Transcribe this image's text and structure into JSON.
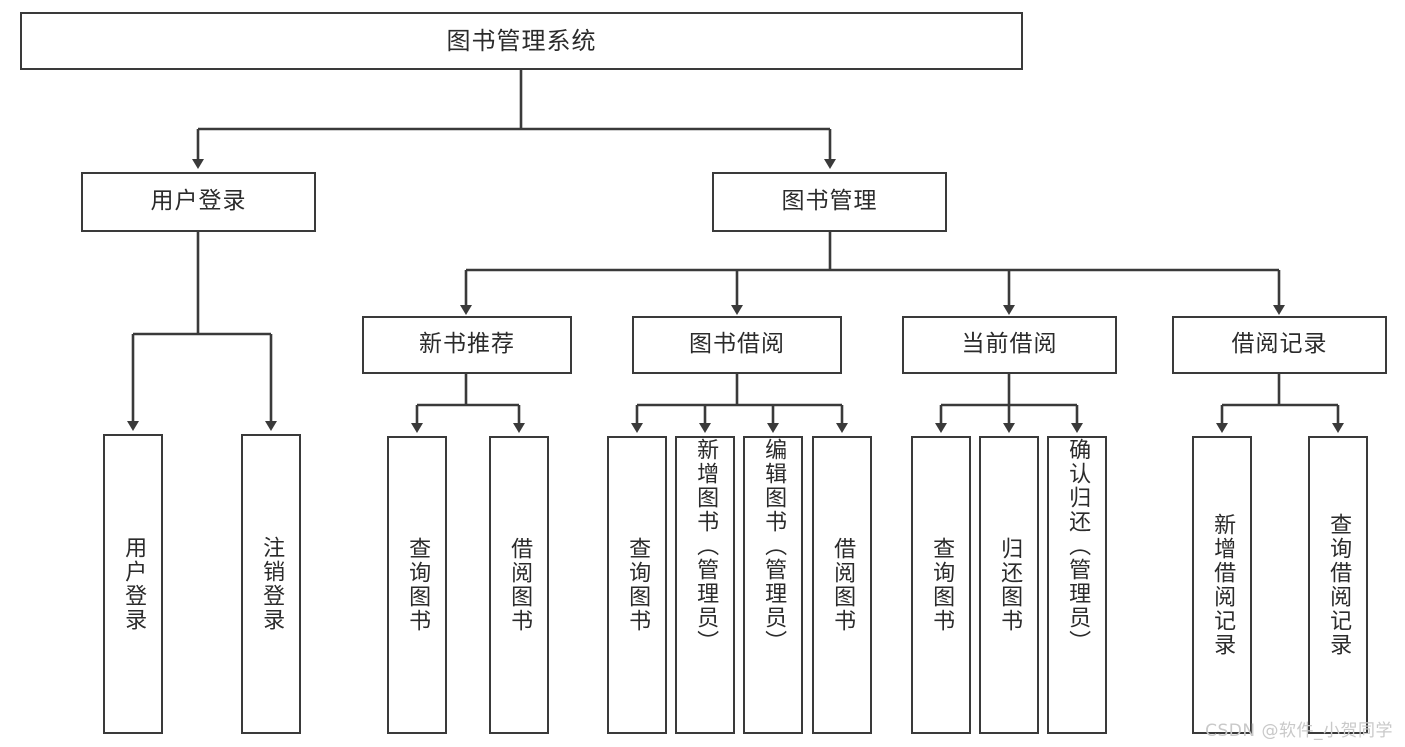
{
  "diagram": {
    "title": "图书管理系统",
    "type": "tree-hierarchy-flowchart",
    "root": {
      "label": "图书管理系统"
    },
    "level2": [
      {
        "label": "用户登录"
      },
      {
        "label": "图书管理"
      }
    ],
    "level3": [
      {
        "label": "新书推荐"
      },
      {
        "label": "图书借阅"
      },
      {
        "label": "当前借阅"
      },
      {
        "label": "借阅记录"
      }
    ],
    "leaves": {
      "user_login": [
        {
          "label": "用户登录"
        },
        {
          "label": "注销登录"
        }
      ],
      "new_book_recommend": [
        {
          "label": "查询图书"
        },
        {
          "label": "借阅图书"
        }
      ],
      "book_borrow": [
        {
          "label": "查询图书"
        },
        {
          "label": "新增图书（管理员）"
        },
        {
          "label": "编辑图书（管理员）"
        },
        {
          "label": "借阅图书"
        }
      ],
      "current_borrow": [
        {
          "label": "查询图书"
        },
        {
          "label": "归还图书"
        },
        {
          "label": "确认归还（管理员）"
        }
      ],
      "borrow_record": [
        {
          "label": "新增借阅记录"
        },
        {
          "label": "查询借阅记录"
        }
      ]
    },
    "watermark": "CSDN @软件_小贺同学",
    "colors": {
      "stroke": "#3a3a3a",
      "text": "#2b2b2b",
      "background": "#ffffff",
      "watermark": "#c9c9c9"
    }
  }
}
